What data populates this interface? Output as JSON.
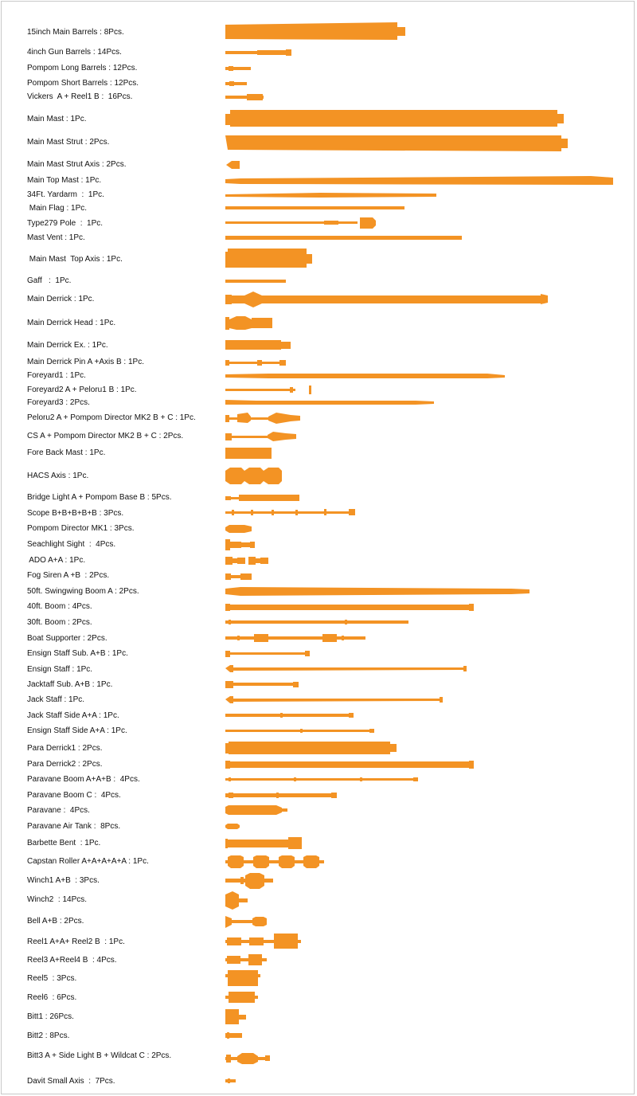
{
  "parts_sheet": {
    "fill_color": "#f39324",
    "items": [
      {
        "label": "15inch Main Barrels : 8Pcs."
      },
      {
        "label": "4inch Gun Barrels : 14Pcs."
      },
      {
        "label": "Pompom Long Barrels : 12Pcs."
      },
      {
        "label": "Pompom Short Barrels : 12Pcs."
      },
      {
        "label": "Vickers  A + Reel1 B :  16Pcs."
      },
      {
        "label": "Main Mast : 1Pc."
      },
      {
        "label": "Main Mast Strut : 2Pcs."
      },
      {
        "label": "Main Mast Strut Axis : 2Pcs."
      },
      {
        "label": "Main Top Mast : 1Pc."
      },
      {
        "label": "34Ft. Yardarm  :  1Pc."
      },
      {
        "label": " Main Flag : 1Pc."
      },
      {
        "label": "Type279 Pole  :  1Pc."
      },
      {
        "label": "Mast Vent : 1Pc."
      },
      {
        "label": " Main Mast  Top Axis : 1Pc."
      },
      {
        "label": "Gaff   :  1Pc."
      },
      {
        "label": "Main Derrick : 1Pc."
      },
      {
        "label": "Main Derrick Head : 1Pc."
      },
      {
        "label": "Main Derrick Ex. : 1Pc."
      },
      {
        "label": "Main Derrick Pin A +Axis B : 1Pc."
      },
      {
        "label": "Foreyard1 : 1Pc."
      },
      {
        "label": "Foreyard2 A + Peloru1 B : 1Pc."
      },
      {
        "label": "Foreyard3 : 2Pcs."
      },
      {
        "label": "Peloru2 A + Pompom Director MK2 B + C : 1Pc."
      },
      {
        "label": "CS A + Pompom Director MK2 B + C : 2Pcs."
      },
      {
        "label": "Fore Back Mast : 1Pc."
      },
      {
        "label": "HACS Axis : 1Pc."
      },
      {
        "label": "Bridge Light A + Pompom Base B : 5Pcs."
      },
      {
        "label": "Scope B+B+B+B+B : 3Pcs."
      },
      {
        "label": "Pompom Director MK1 : 3Pcs."
      },
      {
        "label": "Seachlight Sight  :  4Pcs."
      },
      {
        "label": " ADO A+A : 1Pc."
      },
      {
        "label": "Fog Siren A +B  : 2Pcs."
      },
      {
        "label": "50ft. Swingwing Boom A : 2Pcs."
      },
      {
        "label": "40ft. Boom : 4Pcs."
      },
      {
        "label": "30ft. Boom : 2Pcs."
      },
      {
        "label": "Boat Supporter : 2Pcs."
      },
      {
        "label": "Ensign Staff Sub. A+B : 1Pc."
      },
      {
        "label": "Ensign Staff : 1Pc."
      },
      {
        "label": "Jacktaff Sub. A+B : 1Pc."
      },
      {
        "label": "Jack Staff : 1Pc."
      },
      {
        "label": "Jack Staff Side A+A : 1Pc."
      },
      {
        "label": "Ensign Staff Side A+A : 1Pc."
      },
      {
        "label": "Para Derrick1 : 2Pcs."
      },
      {
        "label": "Para Derrick2 : 2Pcs."
      },
      {
        "label": "Paravane Boom A+A+B :  4Pcs."
      },
      {
        "label": "Paravane Boom C :  4Pcs."
      },
      {
        "label": "Paravane :  4Pcs."
      },
      {
        "label": "Paravane Air Tank :  8Pcs."
      },
      {
        "label": "Barbette Bent  : 1Pc."
      },
      {
        "label": "Capstan Roller A+A+A+A+A : 1Pc."
      },
      {
        "label": "Winch1 A+B  : 3Pcs."
      },
      {
        "label": "Winch2  : 14Pcs."
      },
      {
        "label": "Bell A+B : 2Pcs."
      },
      {
        "label": "Reel1 A+A+ Reel2 B  : 1Pc."
      },
      {
        "label": "Reel3 A+Reel4 B  : 4Pcs."
      },
      {
        "label": "Reel5  : 3Pcs."
      },
      {
        "label": "Reel6  : 6Pcs."
      },
      {
        "label": "Bitt1 : 26Pcs."
      },
      {
        "label": "Bitt2 : 8Pcs."
      },
      {
        "label": "Bitt3 A + Side Light B + Wildcat C : 2Pcs."
      },
      {
        "label": "Davit Small Axis  :  7Pcs."
      }
    ]
  }
}
